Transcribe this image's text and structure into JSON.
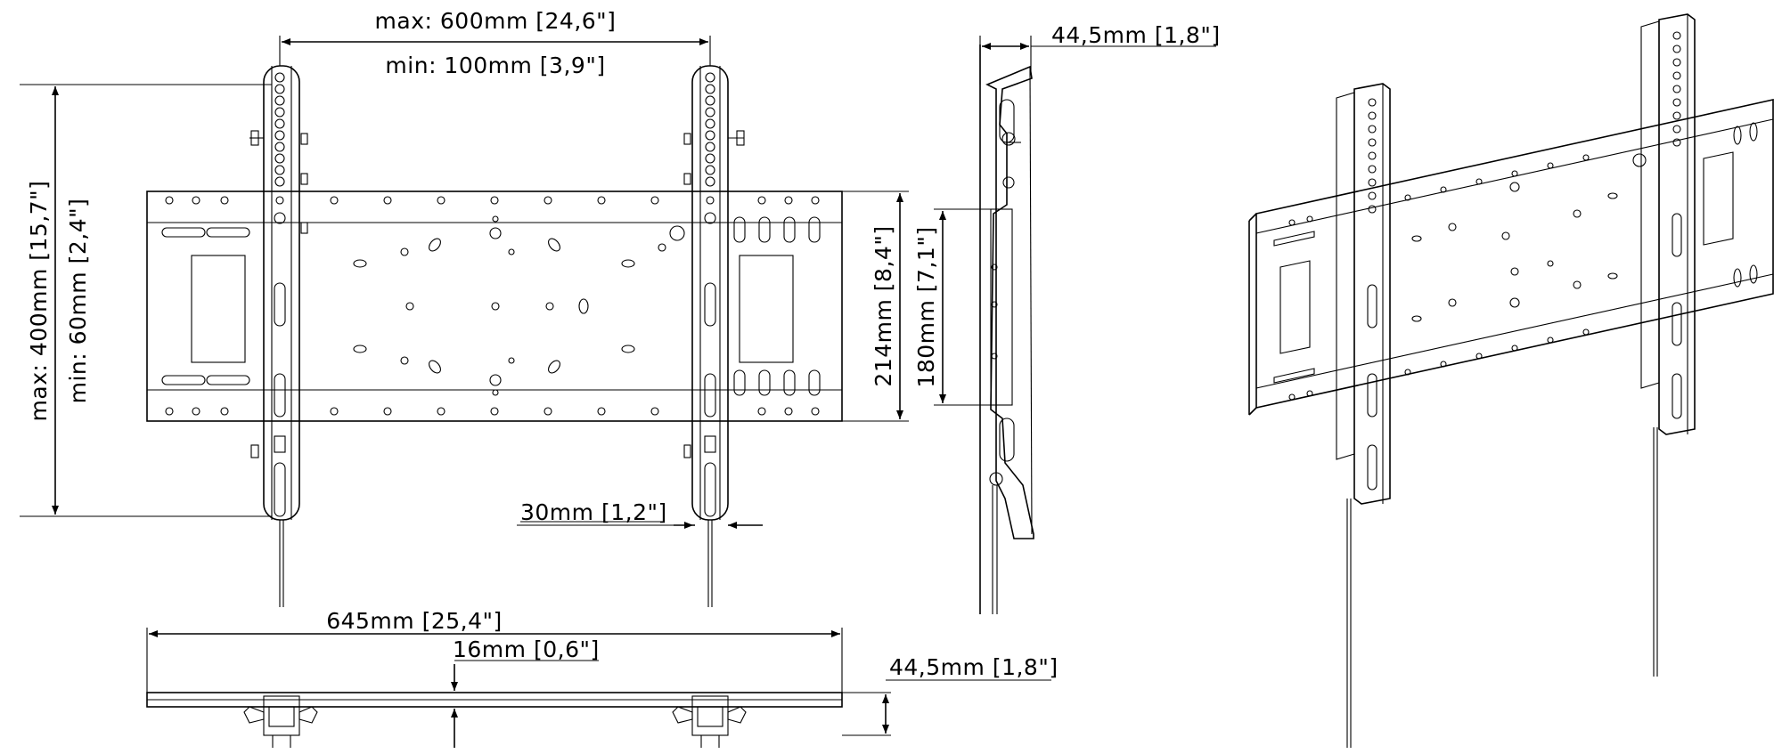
{
  "dimensions": {
    "pitch_max": "max: 600mm  [24,6\"]",
    "pitch_min": "min: 100mm  [3,9\"]",
    "depth_side": "44,5mm  [1,8\"]",
    "vertical_max": "max: 400mm  [15,7\"]",
    "vertical_min": "min: 60mm  [2,4\"]",
    "plate_height": "214mm  [8,4\"]",
    "bracket_span": "180mm  [7,1\"]",
    "arm_width": "30mm  [1,2\"]",
    "overall_width": "645mm  [25,4\"]",
    "rail_offset": "16mm  [0,6\"]",
    "depth_bottom": "44,5mm  [1,8\"]"
  }
}
